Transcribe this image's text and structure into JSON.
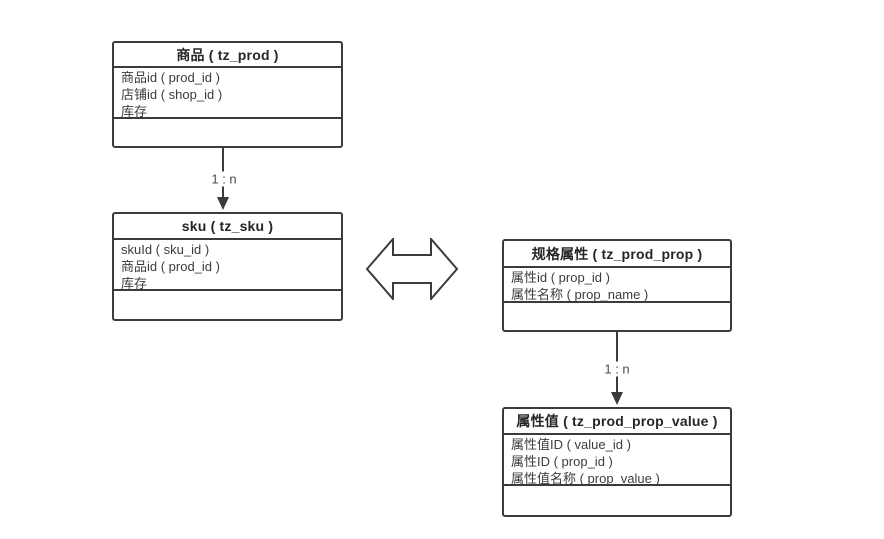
{
  "colors": {
    "border": "#3b3b3b",
    "title_text": "#262626",
    "row_text": "#3c3c3c",
    "connector_label_text": "#4c4c4c",
    "background": "#ffffff"
  },
  "tables": [
    {
      "title": "商品 ( tz_prod )",
      "rows": [
        "商品id ( prod_id )",
        "店铺id ( shop_id )",
        "库存"
      ]
    },
    {
      "title": "sku ( tz_sku )",
      "rows": [
        "skuId ( sku_id )",
        "商品id ( prod_id )",
        "库存"
      ]
    },
    {
      "title": "规格属性 ( tz_prod_prop )",
      "rows": [
        "属性id ( prop_id )",
        "属性名称 ( prop_name )"
      ]
    },
    {
      "title": "属性值 ( tz_prod_prop_value )",
      "rows": [
        "属性值ID ( value_id )",
        "属性ID ( prop_id )",
        "属性值名称 ( prop_value )"
      ]
    }
  ],
  "connectors": [
    {
      "label": "1 : n"
    },
    {
      "label": "1 : n"
    }
  ]
}
